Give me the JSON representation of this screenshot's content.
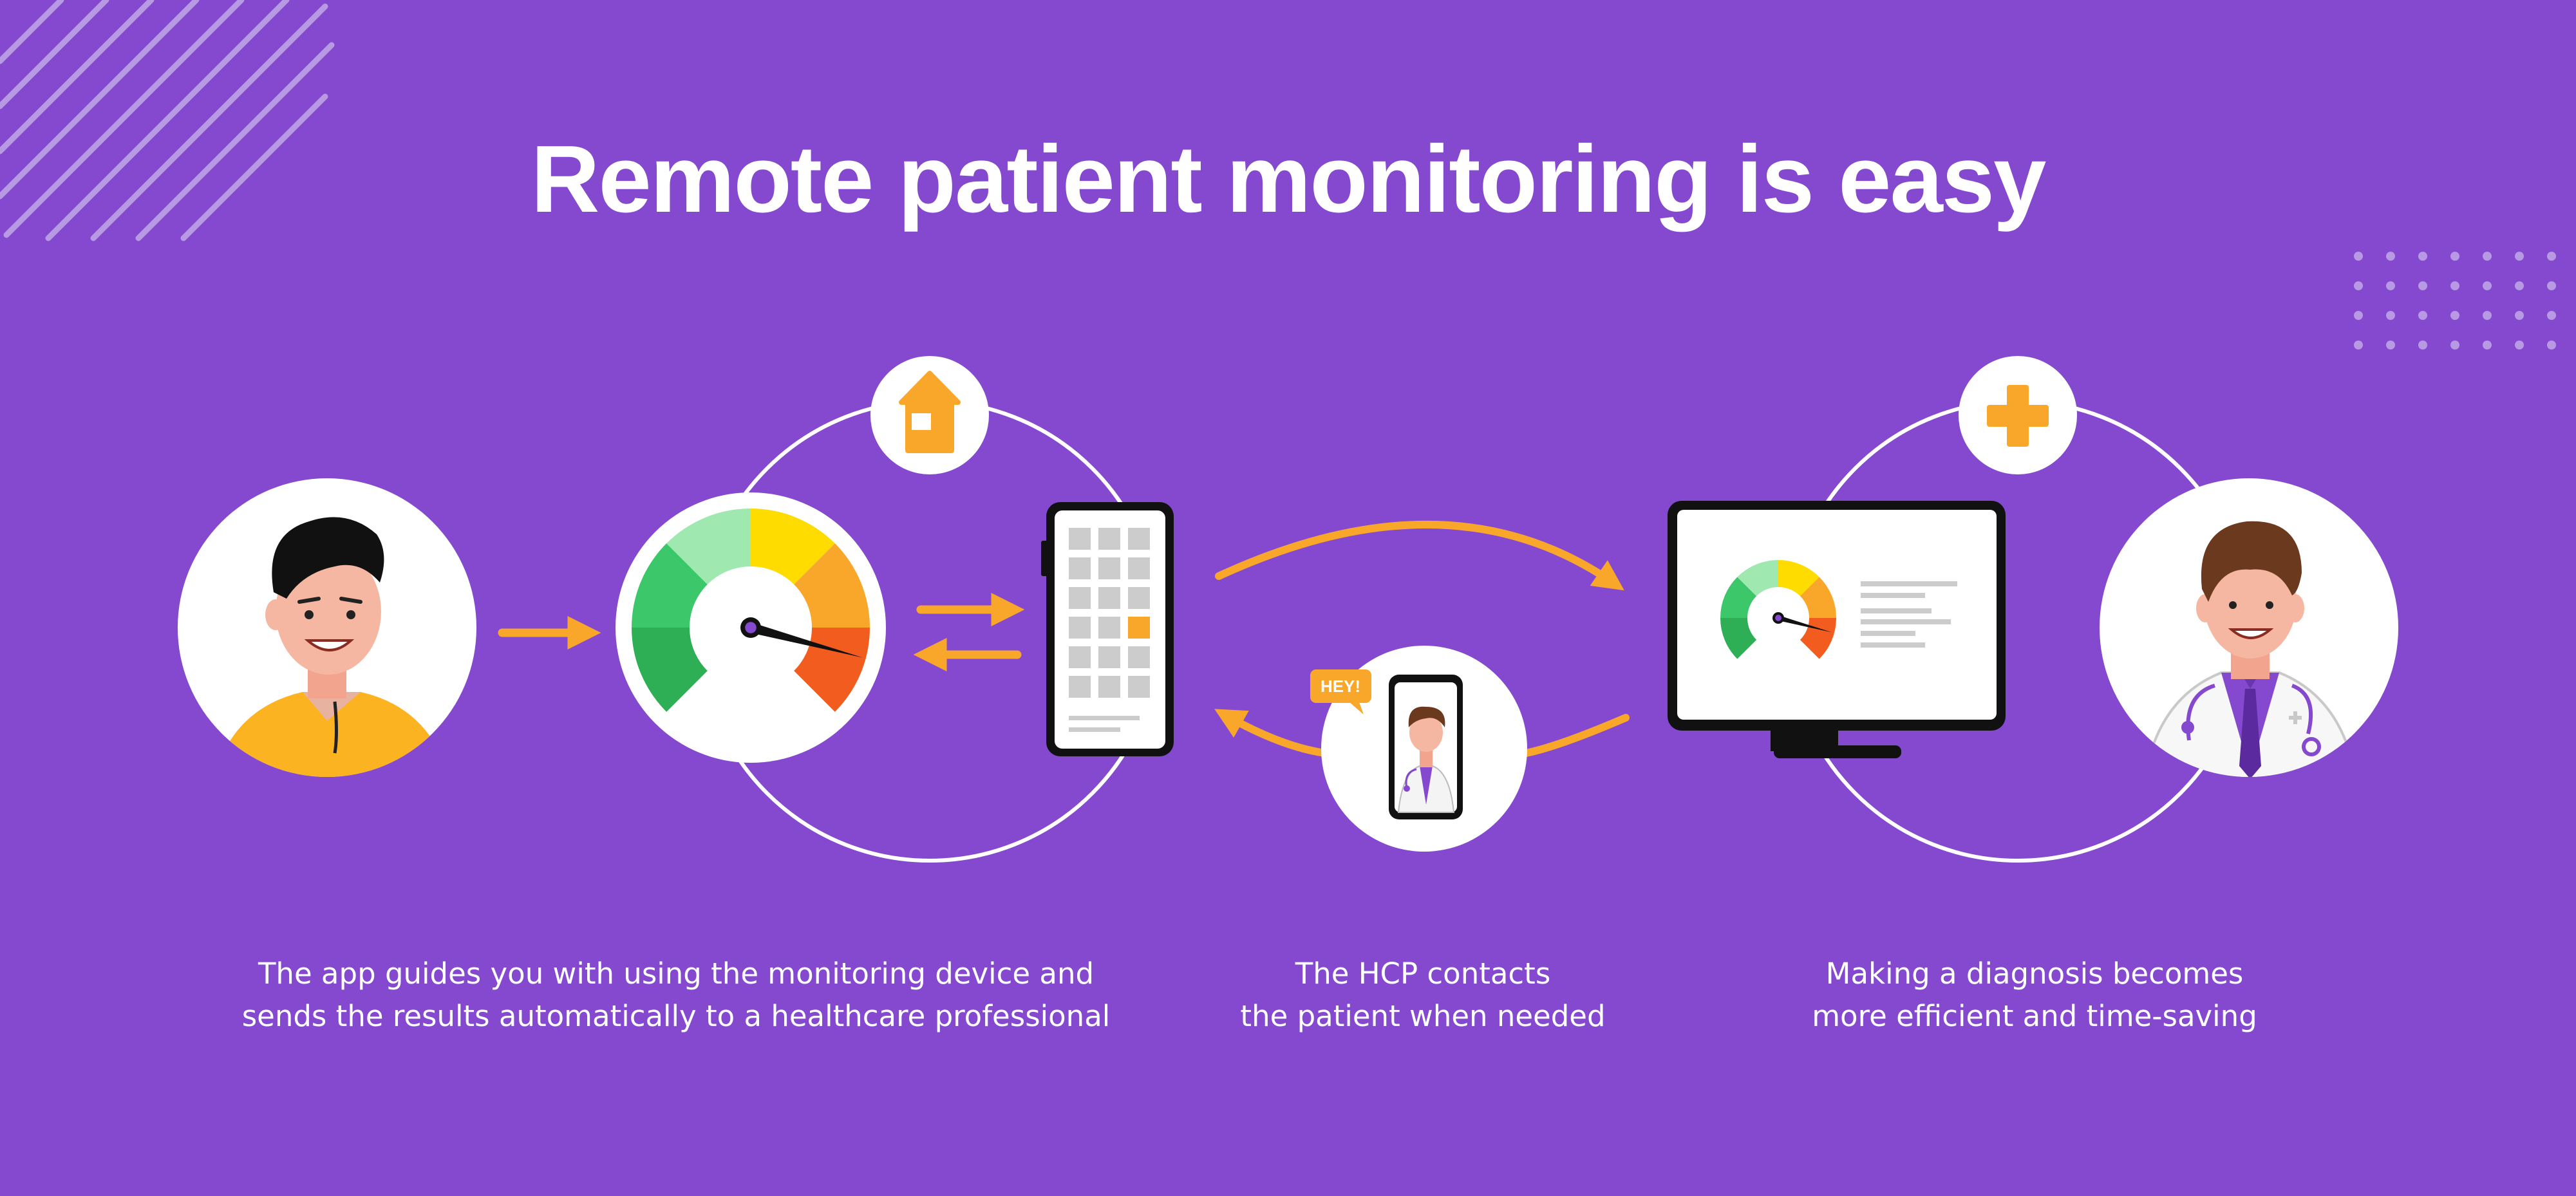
{
  "title": "Remote patient monitoring is easy",
  "speech_bubble": "HEY!",
  "captions": [
    {
      "line1": "The app guides you with using the monitoring device and",
      "line2": "sends the results automatically to a healthcare professional"
    },
    {
      "line1": "The HCP contacts",
      "line2": "the patient when needed"
    },
    {
      "line1": "Making a diagnosis becomes",
      "line2": "more efficient and time-saving"
    }
  ],
  "icons": {
    "patient": "patient-avatar-icon",
    "gauge": "monitoring-device-gauge-icon",
    "phone": "smartphone-app-icon",
    "home": "home-icon",
    "monitor": "desktop-monitor-dashboard-icon",
    "plus": "medical-plus-icon",
    "doctor": "doctor-avatar-icon",
    "video_call": "doctor-video-call-phone-icon"
  },
  "colors": {
    "background": "#8549CF",
    "accent": "#F9A72B",
    "white": "#FFFFFF",
    "gauge_green_dark": "#2EAE55",
    "gauge_green": "#3CC86A",
    "gauge_green_light": "#9FE9B0",
    "gauge_yellow": "#FFDC00",
    "gauge_orange": "#F9A72B",
    "gauge_red": "#F25C1F"
  }
}
